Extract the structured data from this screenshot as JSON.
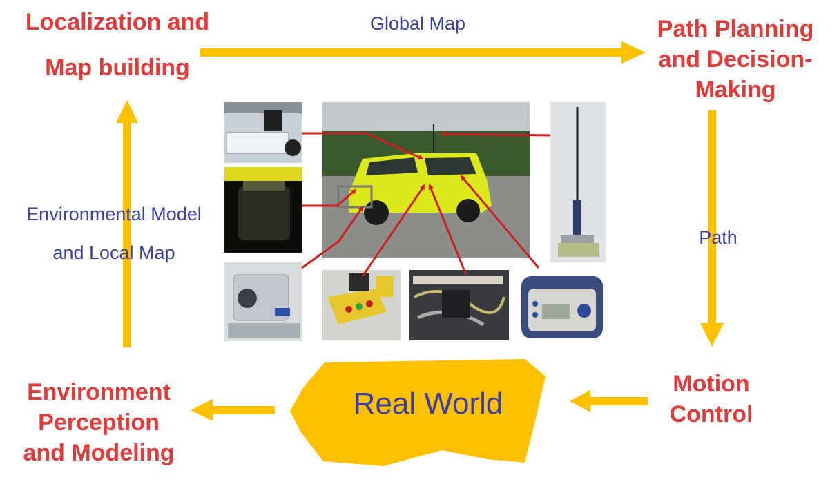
{
  "nodes": {
    "localization": [
      "Localization and",
      "Map building"
    ],
    "path_planning": [
      "Path Planning",
      "and Decision-",
      "Making"
    ],
    "motion_control": [
      "Motion",
      "Control"
    ],
    "environment_perception": [
      "Environment",
      "Perception",
      "and Modeling"
    ],
    "real_world": "Real World"
  },
  "edges": {
    "global_map": "Global Map",
    "path": "Path",
    "env_model": [
      "Environmental Model",
      "and Local Map"
    ]
  },
  "colors": {
    "node_text": "#e03a3a",
    "edge_text": "#3b3fa5",
    "arrow": "#ffc000",
    "pointer": "#cc1f1f",
    "blob": "#ffc000"
  },
  "photos": [
    {
      "name": "camera-photo"
    },
    {
      "name": "lidar-front-photo"
    },
    {
      "name": "laser-scanner-photo"
    },
    {
      "name": "vehicle-photo"
    },
    {
      "name": "antenna-photo"
    },
    {
      "name": "control-box-photo"
    },
    {
      "name": "wiring-photo"
    },
    {
      "name": "gps-receiver-photo"
    }
  ]
}
